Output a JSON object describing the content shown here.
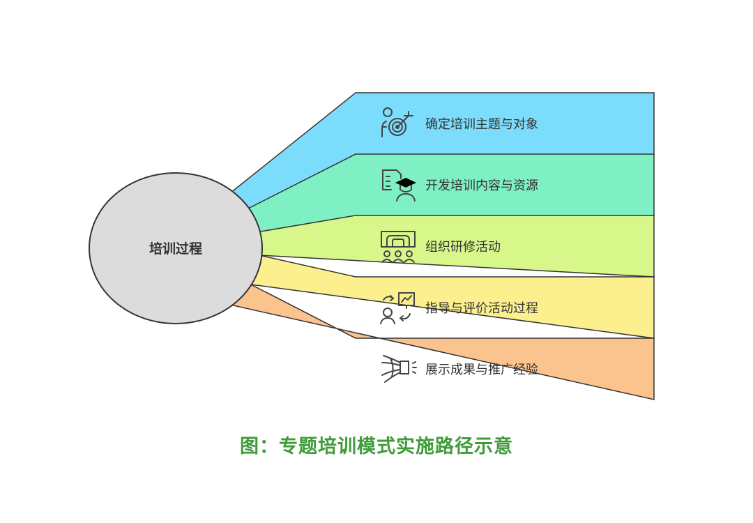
{
  "center": {
    "label": "培训过程"
  },
  "steps": [
    {
      "label": "确定培训主题与对象",
      "color": "#7cdcfb",
      "icon": "person-target-icon"
    },
    {
      "label": "开发培训内容与资源",
      "color": "#7ef0c4",
      "icon": "document-graduate-icon"
    },
    {
      "label": "组织研修活动",
      "color": "#d8f78a",
      "icon": "group-workshop-icon"
    },
    {
      "label": "指导与评价活动过程",
      "color": "#fbf08d",
      "icon": "mentor-presentation-icon"
    },
    {
      "label": "展示成果与推广经验",
      "color": "#fbc48e",
      "icon": "megaphone-icon"
    }
  ],
  "caption": "图：专题培训模式实施路径示意",
  "colors": {
    "circle_fill": "#dcdcdc",
    "outline": "#333333",
    "caption": "#3f9a3a"
  }
}
